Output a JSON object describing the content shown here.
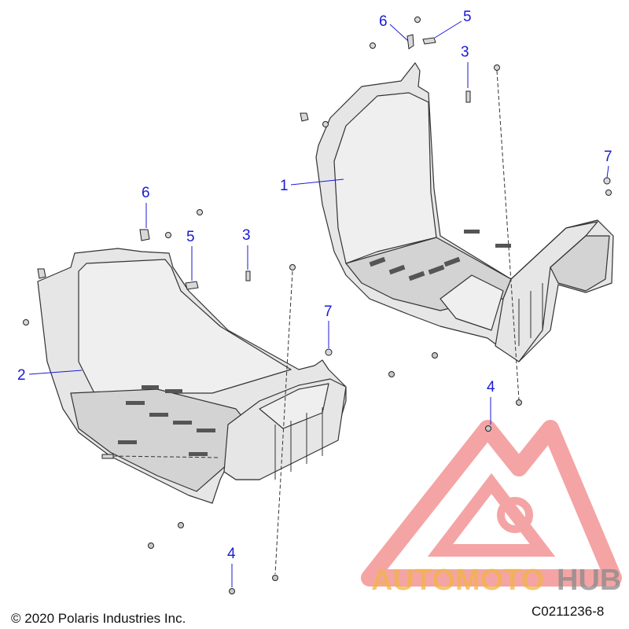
{
  "diagram": {
    "callouts": [
      {
        "id": "c1",
        "text": "1"
      },
      {
        "id": "c2",
        "text": "2"
      },
      {
        "id": "c3a",
        "text": "3"
      },
      {
        "id": "c3b",
        "text": "3"
      },
      {
        "id": "c4a",
        "text": "4"
      },
      {
        "id": "c4b",
        "text": "4"
      },
      {
        "id": "c5a",
        "text": "5"
      },
      {
        "id": "c5b",
        "text": "5"
      },
      {
        "id": "c6a",
        "text": "6"
      },
      {
        "id": "c6b",
        "text": "6"
      },
      {
        "id": "c7a",
        "text": "7"
      },
      {
        "id": "c7b",
        "text": "7"
      }
    ],
    "copyright": "© 2020 Polaris Industries Inc.",
    "drawing_number": "C0211236-8"
  },
  "watermark": {
    "brand_part1": "AUTOMOTO",
    "brand_part2": "HUB",
    "color_primary": "#ec5a5a",
    "color_accent": "#f2b544",
    "color_dark": "#8a8a8a"
  }
}
